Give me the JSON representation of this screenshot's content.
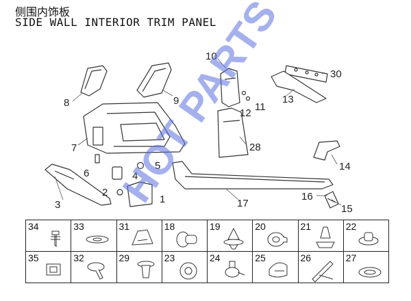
{
  "header": {
    "title_cn": "侧围内饰板",
    "title_en": "SIDE WALL INTERIOR TRIM PANEL"
  },
  "watermark": "HOT PARTS",
  "callouts": [
    "1",
    "2",
    "3",
    "4",
    "5",
    "6",
    "7",
    "8",
    "9",
    "10",
    "11",
    "12",
    "13",
    "14",
    "15",
    "16",
    "17",
    "28",
    "30"
  ],
  "grid_rows": [
    [
      "34",
      "33",
      "31",
      "18",
      "19",
      "20",
      "21",
      "22"
    ],
    [
      "35",
      "32",
      "29",
      "23",
      "24",
      "25",
      "26",
      "27"
    ]
  ],
  "colors": {
    "line": "#333333",
    "watermark": "#5b6fe0"
  }
}
